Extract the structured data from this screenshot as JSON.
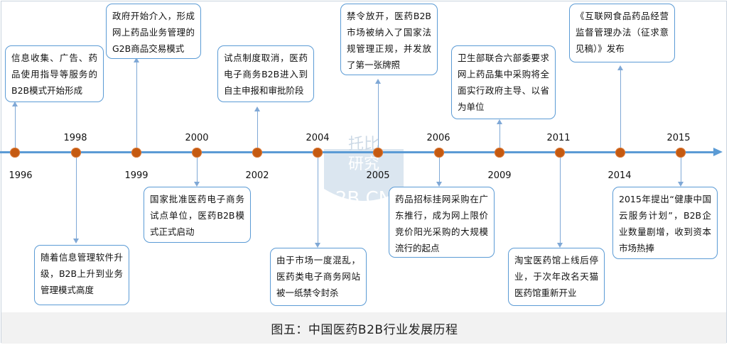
{
  "caption": "图五：中国医药B2B行业发展历程",
  "watermark": {
    "line1": "托比",
    "line2": "研究",
    "line3": "2B.CN"
  },
  "colors": {
    "axis": "#5b9bd5",
    "dot": "#c55a11",
    "border": "#5b9bd5"
  },
  "events": [
    {
      "year": "1996",
      "text": "信息收集、广告、药品使用指导等服务的B2B模式开始形成"
    },
    {
      "year": "1998",
      "text": "随着信息管理软件升级，B2B上升到业务管理模式高度"
    },
    {
      "year": "1999",
      "text": "政府开始介入，形成网上药品业务管理的G2B商品交易模式"
    },
    {
      "year": "2000",
      "text": "国家批准医药电子商务试点单位，医药B2B模式正式启动"
    },
    {
      "year": "2002",
      "text": "试点制度取消，医药电子商务B2B进入到自主申报和审批阶段"
    },
    {
      "year": "2004",
      "text": "由于市场一度混乱，医药类电子商务网站被一纸禁令封杀"
    },
    {
      "year": "2005",
      "text": "禁令放开，医药B2B市场被纳入了国家法规管理正规，并发放了第一张牌照"
    },
    {
      "year": "2006",
      "text": "药品招标挂网采购在广东推行，成为网上限价竞价阳光采购的大规模流行的起点"
    },
    {
      "year": "2009",
      "text": "卫生部联合六部委要求网上药品集中采购将全面实行政府主导、以省为单位"
    },
    {
      "year": "2011",
      "text": "淘宝医药馆上线后停业，于次年改名天猫医药馆重新开业"
    },
    {
      "year": "2014",
      "text": "《互联网食品药品经营监督管理办法（征求意见稿）》发布"
    },
    {
      "year": "2015",
      "text": "2015年提出“健康中国云服务计划”，B2B企业数量剧增，收到资本市场热捧"
    }
  ]
}
